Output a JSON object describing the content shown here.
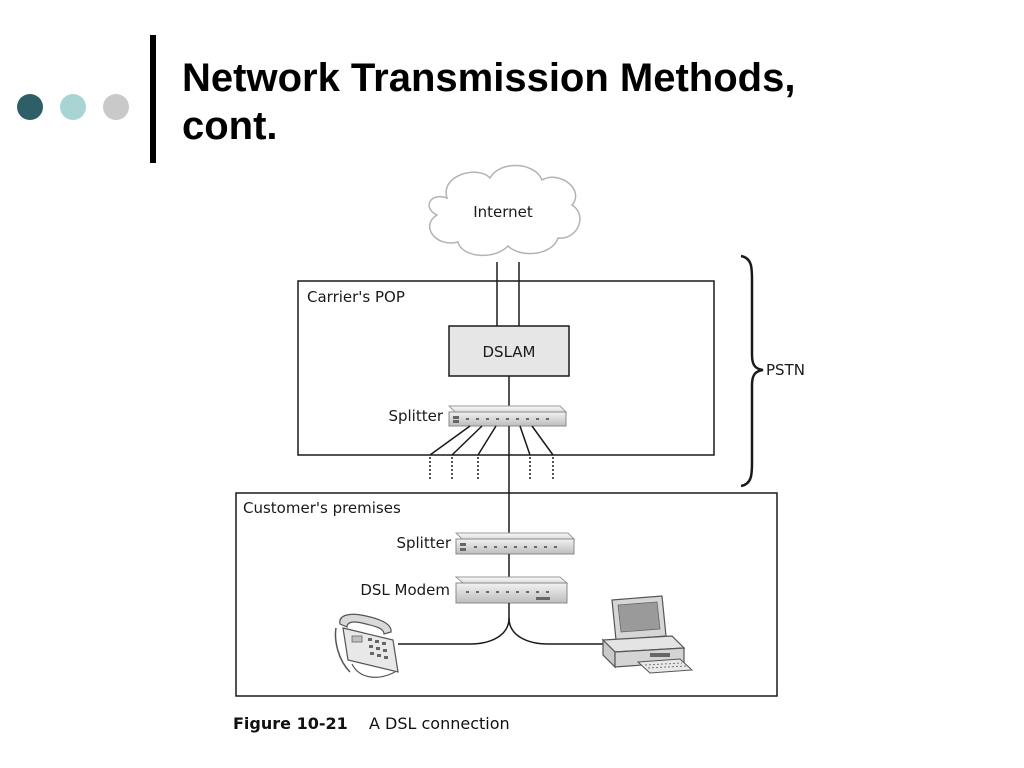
{
  "slide": {
    "title_line1": "Network Transmission Methods,",
    "title_line2": "cont.",
    "dot_colors": [
      "#2f5f66",
      "#a9d4d4",
      "#c9c9c9"
    ]
  },
  "diagram": {
    "internet_label": "Internet",
    "carrier_label": "Carrier's POP",
    "dslam_label": "DSLAM",
    "splitter_top_label": "Splitter",
    "pstn_label": "PSTN",
    "customer_label": "Customer's premises",
    "splitter_bottom_label": "Splitter",
    "modem_label": "DSL Modem"
  },
  "caption": {
    "figure_number": "Figure 10-21",
    "figure_text": "A DSL connection"
  }
}
